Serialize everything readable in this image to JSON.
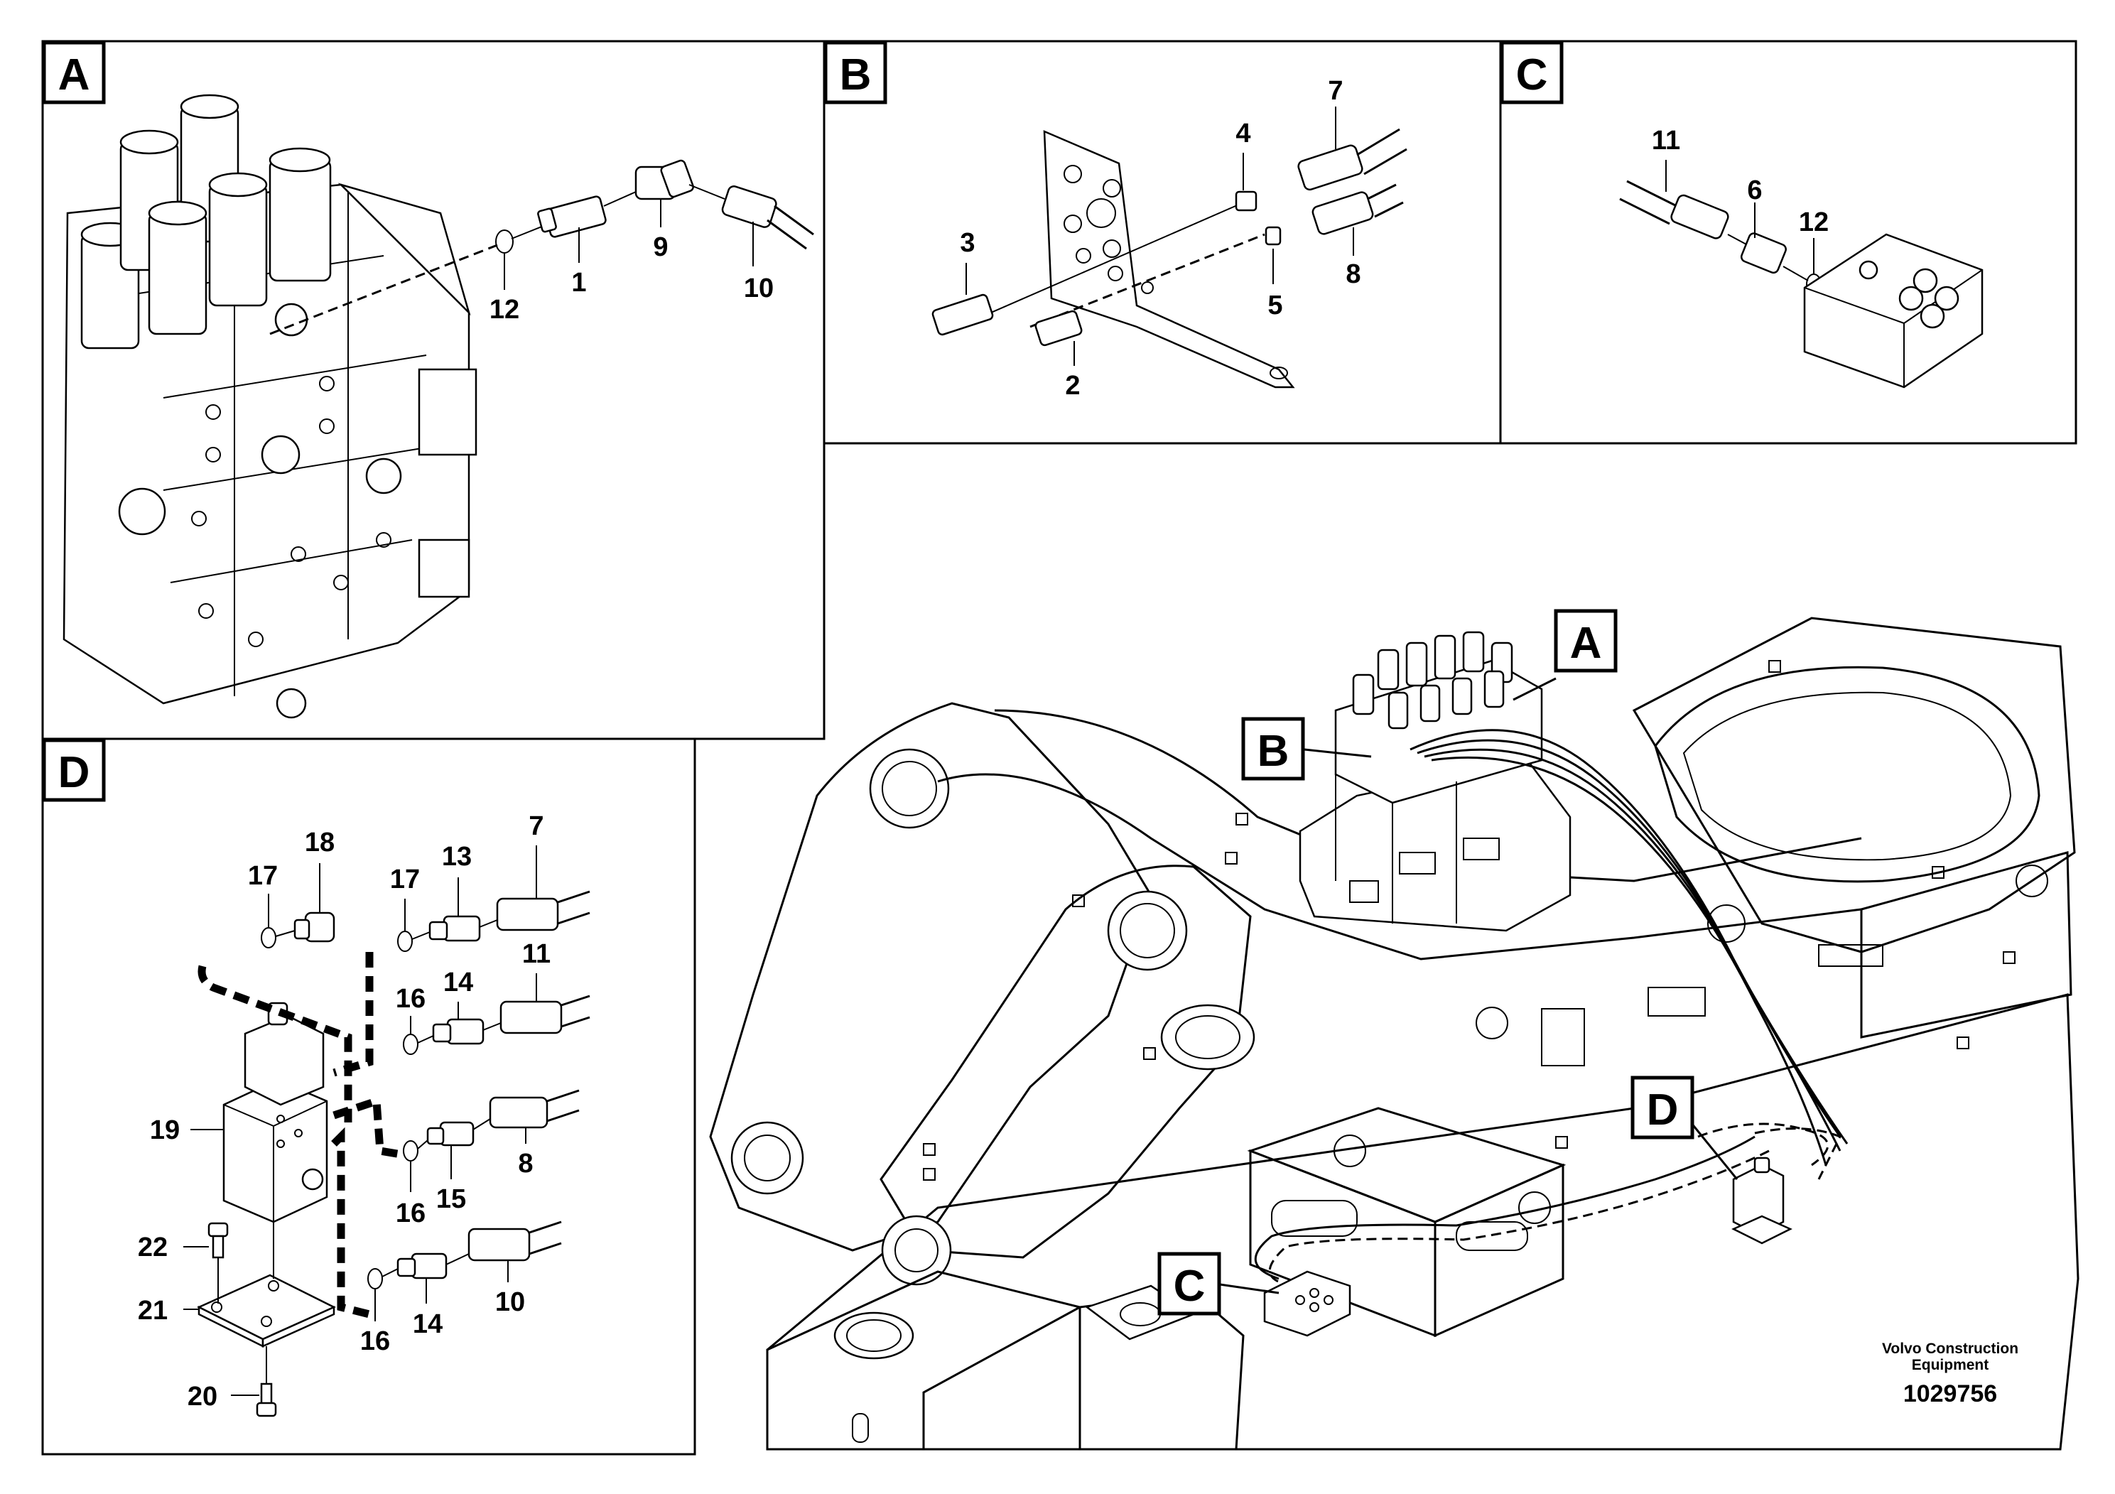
{
  "panels": {
    "a": {
      "letter": "A"
    },
    "b": {
      "letter": "B"
    },
    "c": {
      "letter": "C"
    },
    "d": {
      "letter": "D"
    }
  },
  "callouts_panel_a": [
    "12",
    "1",
    "9",
    "10"
  ],
  "callouts_panel_b": [
    "3",
    "4",
    "7",
    "2",
    "5",
    "8"
  ],
  "callouts_panel_c": [
    "11",
    "6",
    "12"
  ],
  "callouts_panel_d": [
    "17",
    "18",
    "17",
    "13",
    "7",
    "11",
    "14",
    "16",
    "19",
    "16",
    "15",
    "8",
    "22",
    "21",
    "16",
    "14",
    "10",
    "20"
  ],
  "overview_labels": {
    "a": "A",
    "b": "B",
    "c": "C",
    "d": "D"
  },
  "footer": {
    "brand_line1": "Volvo Construction",
    "brand_line2": "Equipment",
    "document_number": "1029756"
  }
}
